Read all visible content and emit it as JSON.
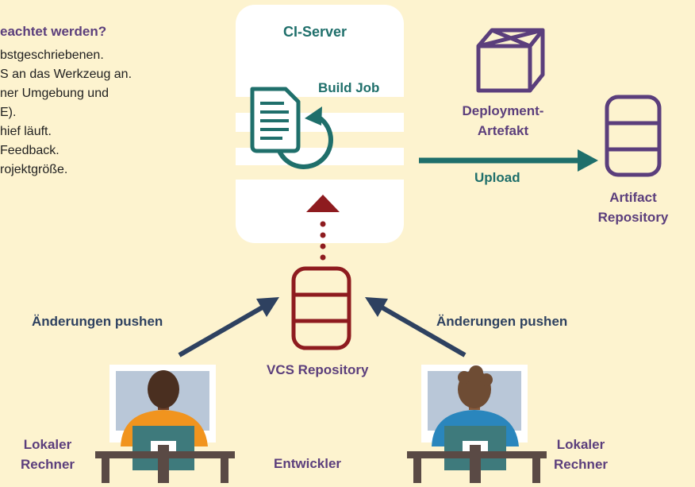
{
  "tips": {
    "title": "eachtet werden?",
    "lines": [
      "bstgeschriebenen.",
      "S an das Werkzeug an.",
      "ner Umgebung und",
      "E).",
      "hief läuft.",
      "Feedback.",
      "rojektgröße."
    ]
  },
  "ci_server": {
    "title": "CI-Server",
    "build_job": "Build Job"
  },
  "artifact": {
    "deployment": "Deployment-\nArtefakt",
    "upload": "Upload",
    "repository": "Artifact\nRepository"
  },
  "vcs": {
    "label": "VCS Repository"
  },
  "push": {
    "left": "Änderungen pushen",
    "right": "Änderungen pushen"
  },
  "machines": {
    "left": "Lokaler\nRechner",
    "right": "Lokaler\nRechner"
  },
  "developers": {
    "label": "Entwickler"
  },
  "colors": {
    "background": "#fdf3cf",
    "purple": "#5b3e7c",
    "teal": "#1f6f6b",
    "dark_red": "#8e1b1f",
    "navy": "#2e4160",
    "orange": "#f1941e",
    "blue": "#2a86bd"
  }
}
